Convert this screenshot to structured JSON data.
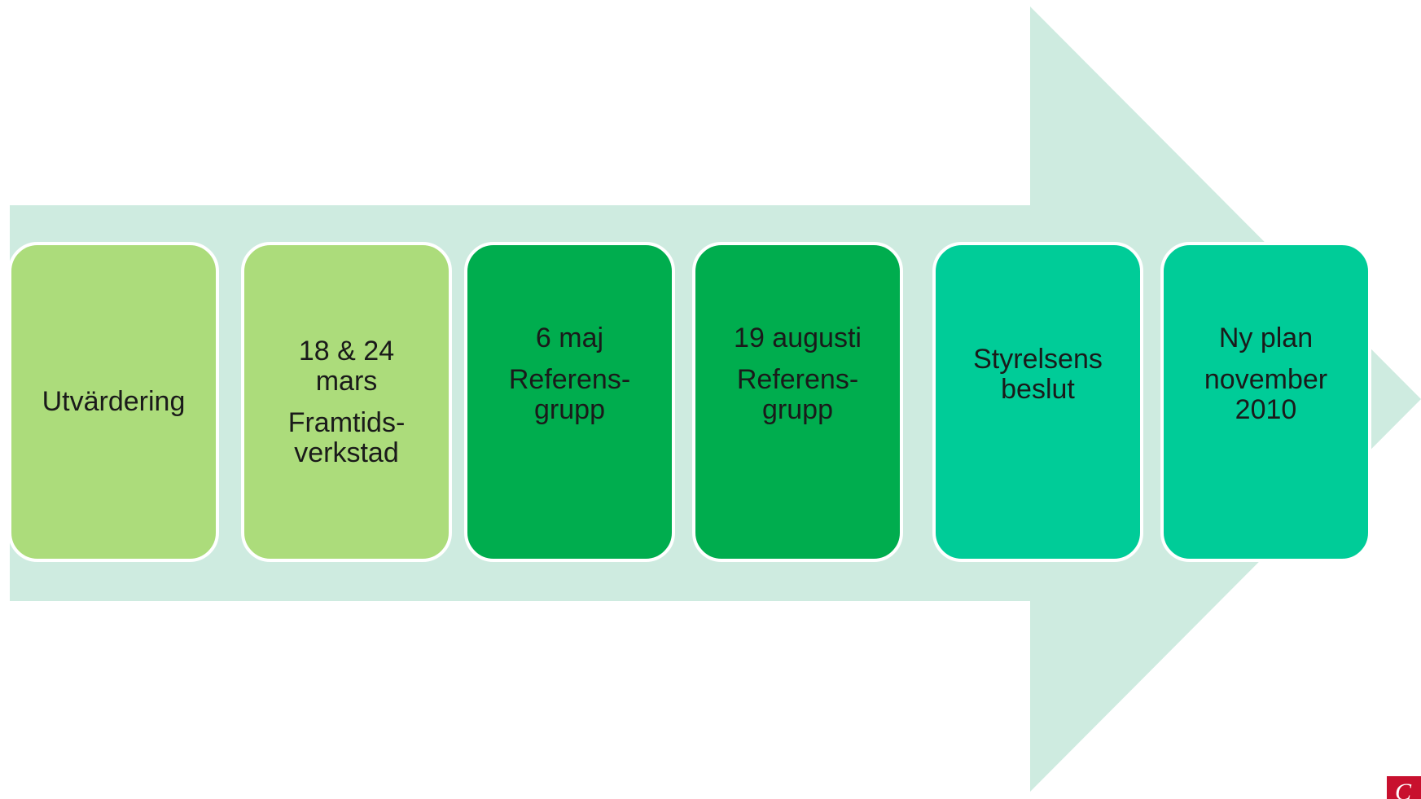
{
  "colors": {
    "arrow": "#ceebe0",
    "step_light_green": "#acdc7b",
    "step_green": "#00ad4e",
    "step_teal": "#00cc98",
    "logo_red": "#c8102e"
  },
  "steps": [
    {
      "lines": [
        "Utvärdering"
      ],
      "second": []
    },
    {
      "lines": [
        "18 & 24",
        "mars"
      ],
      "second": [
        "Framtids-",
        "verkstad"
      ]
    },
    {
      "lines": [
        "6 maj"
      ],
      "second": [
        "Referens-",
        "grupp"
      ]
    },
    {
      "lines": [
        "19 augusti"
      ],
      "second": [
        "Referens-",
        "grupp"
      ]
    },
    {
      "lines": [
        "Styrelsens",
        "beslut"
      ],
      "second": []
    },
    {
      "lines": [
        "Ny plan"
      ],
      "second": [
        "november",
        "2010"
      ]
    }
  ],
  "logo": {
    "icon": "logo-icon"
  }
}
